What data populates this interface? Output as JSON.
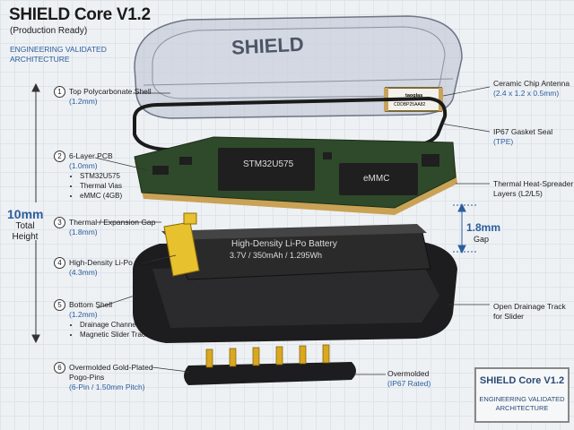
{
  "header": {
    "title": "SHIELD Core V1.2",
    "subtitle": "(Production Ready)",
    "eng_line1": "ENGINEERING VALIDATED",
    "eng_line2": "ARCHITECTURE"
  },
  "shell_logo": "SHIELD",
  "callouts": {
    "c1": {
      "num": "1",
      "label": "Top Polycarbonate Shell",
      "sub": "(1.2mm)"
    },
    "c2": {
      "num": "2",
      "label": "6-Layer PCB",
      "sub": "(1.0mm)",
      "bullets": [
        "STM32U575",
        "Thermal Vias",
        "eMMC (4GB)"
      ]
    },
    "c3": {
      "num": "3",
      "label": "Thermal / Expansion Gap",
      "sub": "(1.8mm)"
    },
    "c4": {
      "num": "4",
      "label": "High-Density Li-Po Battery",
      "sub": "(4.3mm)"
    },
    "c5": {
      "num": "5",
      "label": "Bottom Shell",
      "sub": "(1.2mm)",
      "bullets": [
        "Drainage Channel",
        "Magnetic Slider Track"
      ]
    },
    "c6": {
      "num": "6",
      "label1": "Overmolded Gold-Plated",
      "label2": "Pogo-Pins",
      "sub": "(6-Pin / 1.50mm Pitch)"
    }
  },
  "right_labels": {
    "antenna": {
      "label": "Ceramic Chip Antenna",
      "sub": "(2.4 x 1.2 x 0.5mm)"
    },
    "gasket": {
      "label": "IP67 Gasket Seal",
      "sub": "(TPE)"
    },
    "heat1": "Thermal Heat-Spreader",
    "heat2": "Layers (L2/L5)",
    "drain1": "Open Drainage Track",
    "drain2": "for Slider",
    "overmold": {
      "label": "Overmolded",
      "sub": "(IP67 Rated)"
    }
  },
  "antenna_chip": {
    "brand": "taoglas",
    "part": "CDDBP25AA82"
  },
  "pcb": {
    "mcu": "STM32U575",
    "emmc": "eMMC"
  },
  "battery": {
    "line1": "High-Density Li-Po Battery",
    "line2": "3.7V / 350mAh / 1.295Wh"
  },
  "height": {
    "value": "10mm",
    "label1": "Total",
    "label2": "Height"
  },
  "gap": {
    "value": "1.8mm",
    "label": "Gap"
  },
  "badge": {
    "title": "SHIELD Core V1.2",
    "line1": "ENGINEERING VALIDATED",
    "line2": "ARCHITECTURE"
  },
  "colors": {
    "accent": "#2b5d9c",
    "pcb": "#2f4a2a",
    "battery": "#2a2a2a",
    "tab": "#e8c12e",
    "shell": "#1d1d1f"
  }
}
